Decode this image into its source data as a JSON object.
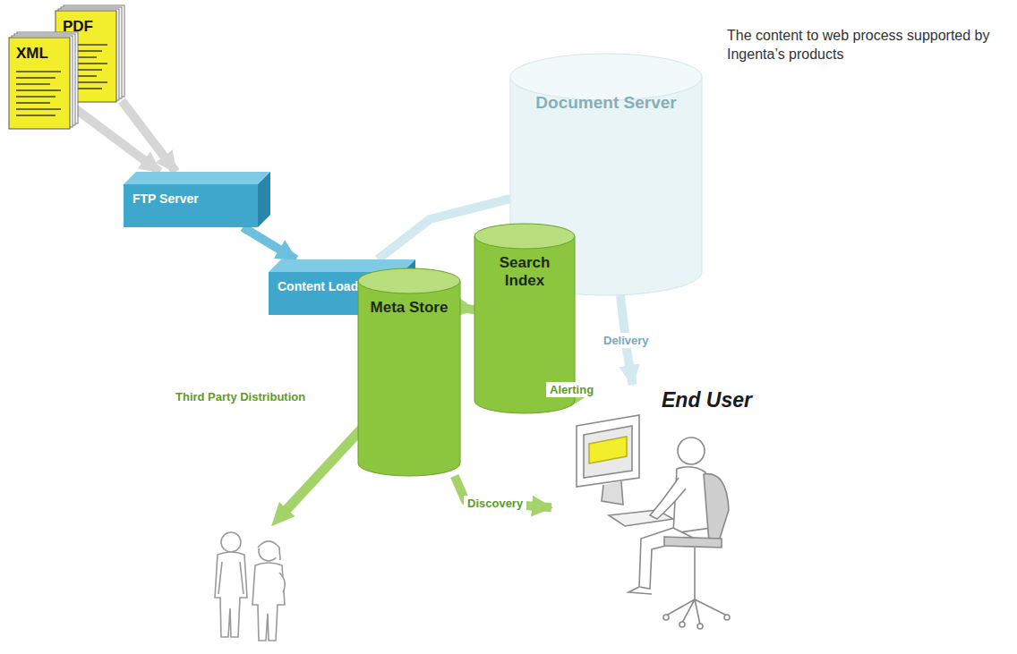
{
  "diagram": {
    "caption": "The content to web process supported by Ingenta’s products",
    "nodes": [
      {
        "text": [
          "XML"
        ]
      },
      {
        "text": [
          "PDF"
        ]
      },
      {
        "text": [
          "FTP Server"
        ]
      },
      {
        "text": [
          "Content Loader"
        ]
      },
      {
        "text": [
          "Search Index"
        ]
      },
      {
        "text": [
          "Meta Store"
        ]
      },
      {
        "text": [
          "Document Server"
        ]
      },
      {
        "text": [
          "End User"
        ]
      }
    ],
    "edges": [
      {
        "from": 0,
        "to": 2,
        "arrow": "to"
      },
      {
        "from": 1,
        "to": 2,
        "arrow": "to"
      },
      {
        "from": 2,
        "to": 3,
        "arrow": "to"
      },
      {
        "from": 3,
        "to": 4,
        "arrow": "to"
      },
      {
        "from": 3,
        "to": 5,
        "arrow": "to"
      },
      {
        "from": 3,
        "to": 6,
        "arrow": "none"
      },
      {
        "from": 6,
        "to": 7,
        "label": "Delivery",
        "arrow": "to"
      },
      {
        "from": 4,
        "to": 7,
        "label": "Alerting",
        "arrow": "to"
      },
      {
        "from": 5,
        "to": 7,
        "label": "Discovery",
        "arrow": "to"
      }
    ],
    "labels": [
      "Third Party Distribution"
    ]
  }
}
